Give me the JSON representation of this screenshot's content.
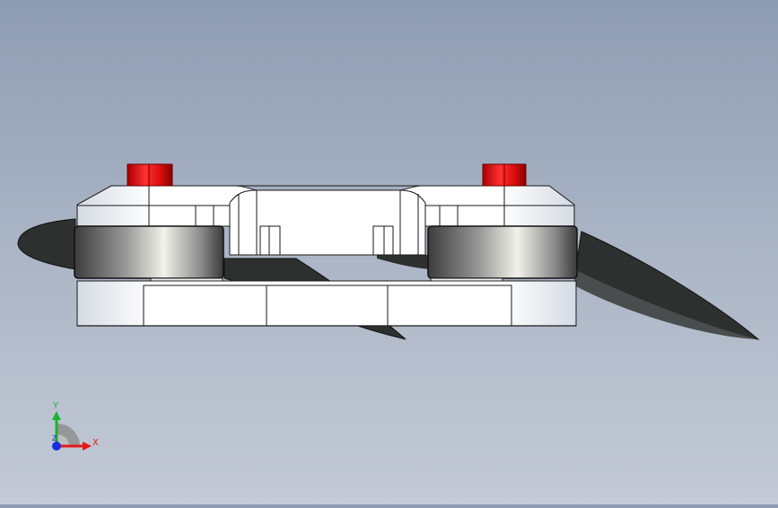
{
  "viewport": {
    "background_top": "#8e9cb2",
    "background_bottom": "#c4cad6"
  },
  "model": {
    "body_color": "#ffffff",
    "edge_color": "#1a1a1a",
    "pin_color": "#e31212",
    "blade_color": "#2e3030",
    "roller_color": "#9a9a9a"
  },
  "triad": {
    "x_label": "X",
    "y_label": "Y",
    "z_label": "Z",
    "x_color": "#e31a1a",
    "y_color": "#1bb32b",
    "z_color": "#1a2ee0"
  }
}
